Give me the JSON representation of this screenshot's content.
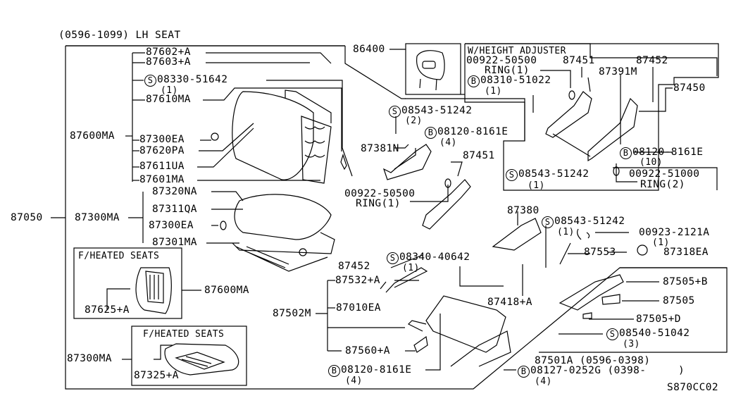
{
  "title": "(0596-1099) LH SEAT",
  "diagram_code": "S870CC02",
  "boxes": {
    "heated_back": "F/HEATED SEATS",
    "heated_cushion": "F/HEATED SEATS",
    "height_adjuster": "W/HEIGHT ADJUSTER"
  },
  "labels": {
    "p87050": "87050",
    "p87600MA": "87600MA",
    "p87602A": "87602+A",
    "p87603A": "87603+A",
    "s08330": "08330-51642",
    "s08330_qty": "(1)",
    "p87610MA": "87610MA",
    "p87300EA_a": "87300EA",
    "p87620PA": "87620PA",
    "p87611UA": "87611UA",
    "p87601MA": "87601MA",
    "p87300MA": "87300MA",
    "p87320NA": "87320NA",
    "p87311QA": "87311QA",
    "p87300EA_b": "87300EA",
    "p87301MA": "87301MA",
    "p87600MA_h": "87600MA",
    "p87625A": "87625+A",
    "p87300MA_h": "87300MA",
    "p87325A": "87325+A",
    "p86400": "86400",
    "s08543_a": "08543-51242",
    "s08543_a_qty": "(2)",
    "b08120_a": "08120-8161E",
    "b08120_a_qty": "(4)",
    "p87381N": "87381N",
    "p87451_a": "87451",
    "r00922_a": "00922-50500",
    "r00922_a_ring": "RING(1)",
    "ha_00922": "00922-50500",
    "ha_87451": "87451",
    "ha_87452": "87452",
    "ha_ring": "RING(1)",
    "ha_87391M": "87391M",
    "ha_b08310": "08310-51022",
    "ha_b08310_qty": "(1)",
    "ha_87450": "87450",
    "ha_b08120": "08120-8161E",
    "ha_b08120_qty": "(10)",
    "ha_s08543": "08543-51242",
    "ha_s08543_qty": "(1)",
    "ha_00922_51000": "00922-51000",
    "ha_ring2": "RING(2)",
    "p87380": "87380",
    "s08543_c": "08543-51242",
    "s08543_c_qty": "(1)",
    "p00923": "00923-2121A",
    "p00923_qty": "(1)",
    "p87553": "87553",
    "p87318EA": "87318EA",
    "s08340": "08340-40642",
    "s08340_qty": "(1)",
    "p87452": "87452",
    "p87532A": "87532+A",
    "p87502M": "87502M",
    "p87010EA": "87010EA",
    "p87418A": "87418+A",
    "p87560A": "87560+A",
    "b08120_c": "08120-8161E",
    "b08120_c_qty": "(4)",
    "p87505B": "87505+B",
    "p87505": "87505",
    "p87505D": "87505+D",
    "s08540": "08540-51042",
    "s08540_qty": "(3)",
    "p87501A": "87501A (0596-0398)",
    "b08127": "08127-0252G (0398-     )",
    "b08127_qty": "(4)"
  },
  "symbols": {
    "S": "S",
    "B": "B"
  }
}
